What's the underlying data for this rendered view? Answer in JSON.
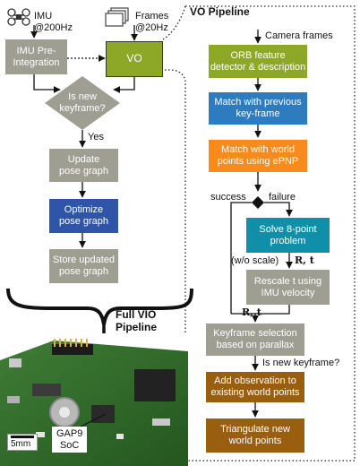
{
  "left": {
    "imu_sensor": "IMU\n@200Hz",
    "frames_sensor": "Frames\n@20Hz",
    "imu_preintegration": "IMU Pre-\nIntegration",
    "vo": "VO",
    "is_new_keyframe": "Is new\nkeyframe?",
    "yes": "Yes",
    "update_pose_graph": "Update\npose graph",
    "optimize_pose_graph": "Optimize\npose graph",
    "store_pose_graph": "Store updated\npose graph",
    "full_vio_pipeline": "Full VIO\nPipeline",
    "scale_bar": "5mm",
    "soc": "GAP9\nSoC"
  },
  "right": {
    "title": "VO Pipeline",
    "camera_frames": "Camera frames",
    "orb": "ORB feature\ndetector & description",
    "match_previous": "Match with previous\nkey-frame",
    "match_world": "Match with world\npoints using ePNP",
    "success": "success",
    "failure": "failure",
    "solve_8pt": "Solve 8-point\nproblem",
    "wo_scale": "(w/o scale)",
    "rt_1": "R, t",
    "rescale": "Rescale t using\nIMU velocity",
    "rt_2": "R, t",
    "keyframe_selection": "Keyframe selection\nbased on parallax",
    "is_new_keyframe_q": "Is new keyframe?",
    "add_observation": "Add observation to\nexisting world points",
    "triangulate": "Triangulate new\nworld points"
  },
  "colors": {
    "gray": "#9e9e93",
    "olive": "#8da726",
    "blue": "#2e7cc0",
    "orange": "#f88b1c",
    "teal": "#0f8fa8",
    "navy": "#2f55a8",
    "brown": "#9a5e0f",
    "pcb_green": "#2f6a2c"
  },
  "icons": [
    "drone-icon",
    "image-stack-icon",
    "chip-icon"
  ]
}
